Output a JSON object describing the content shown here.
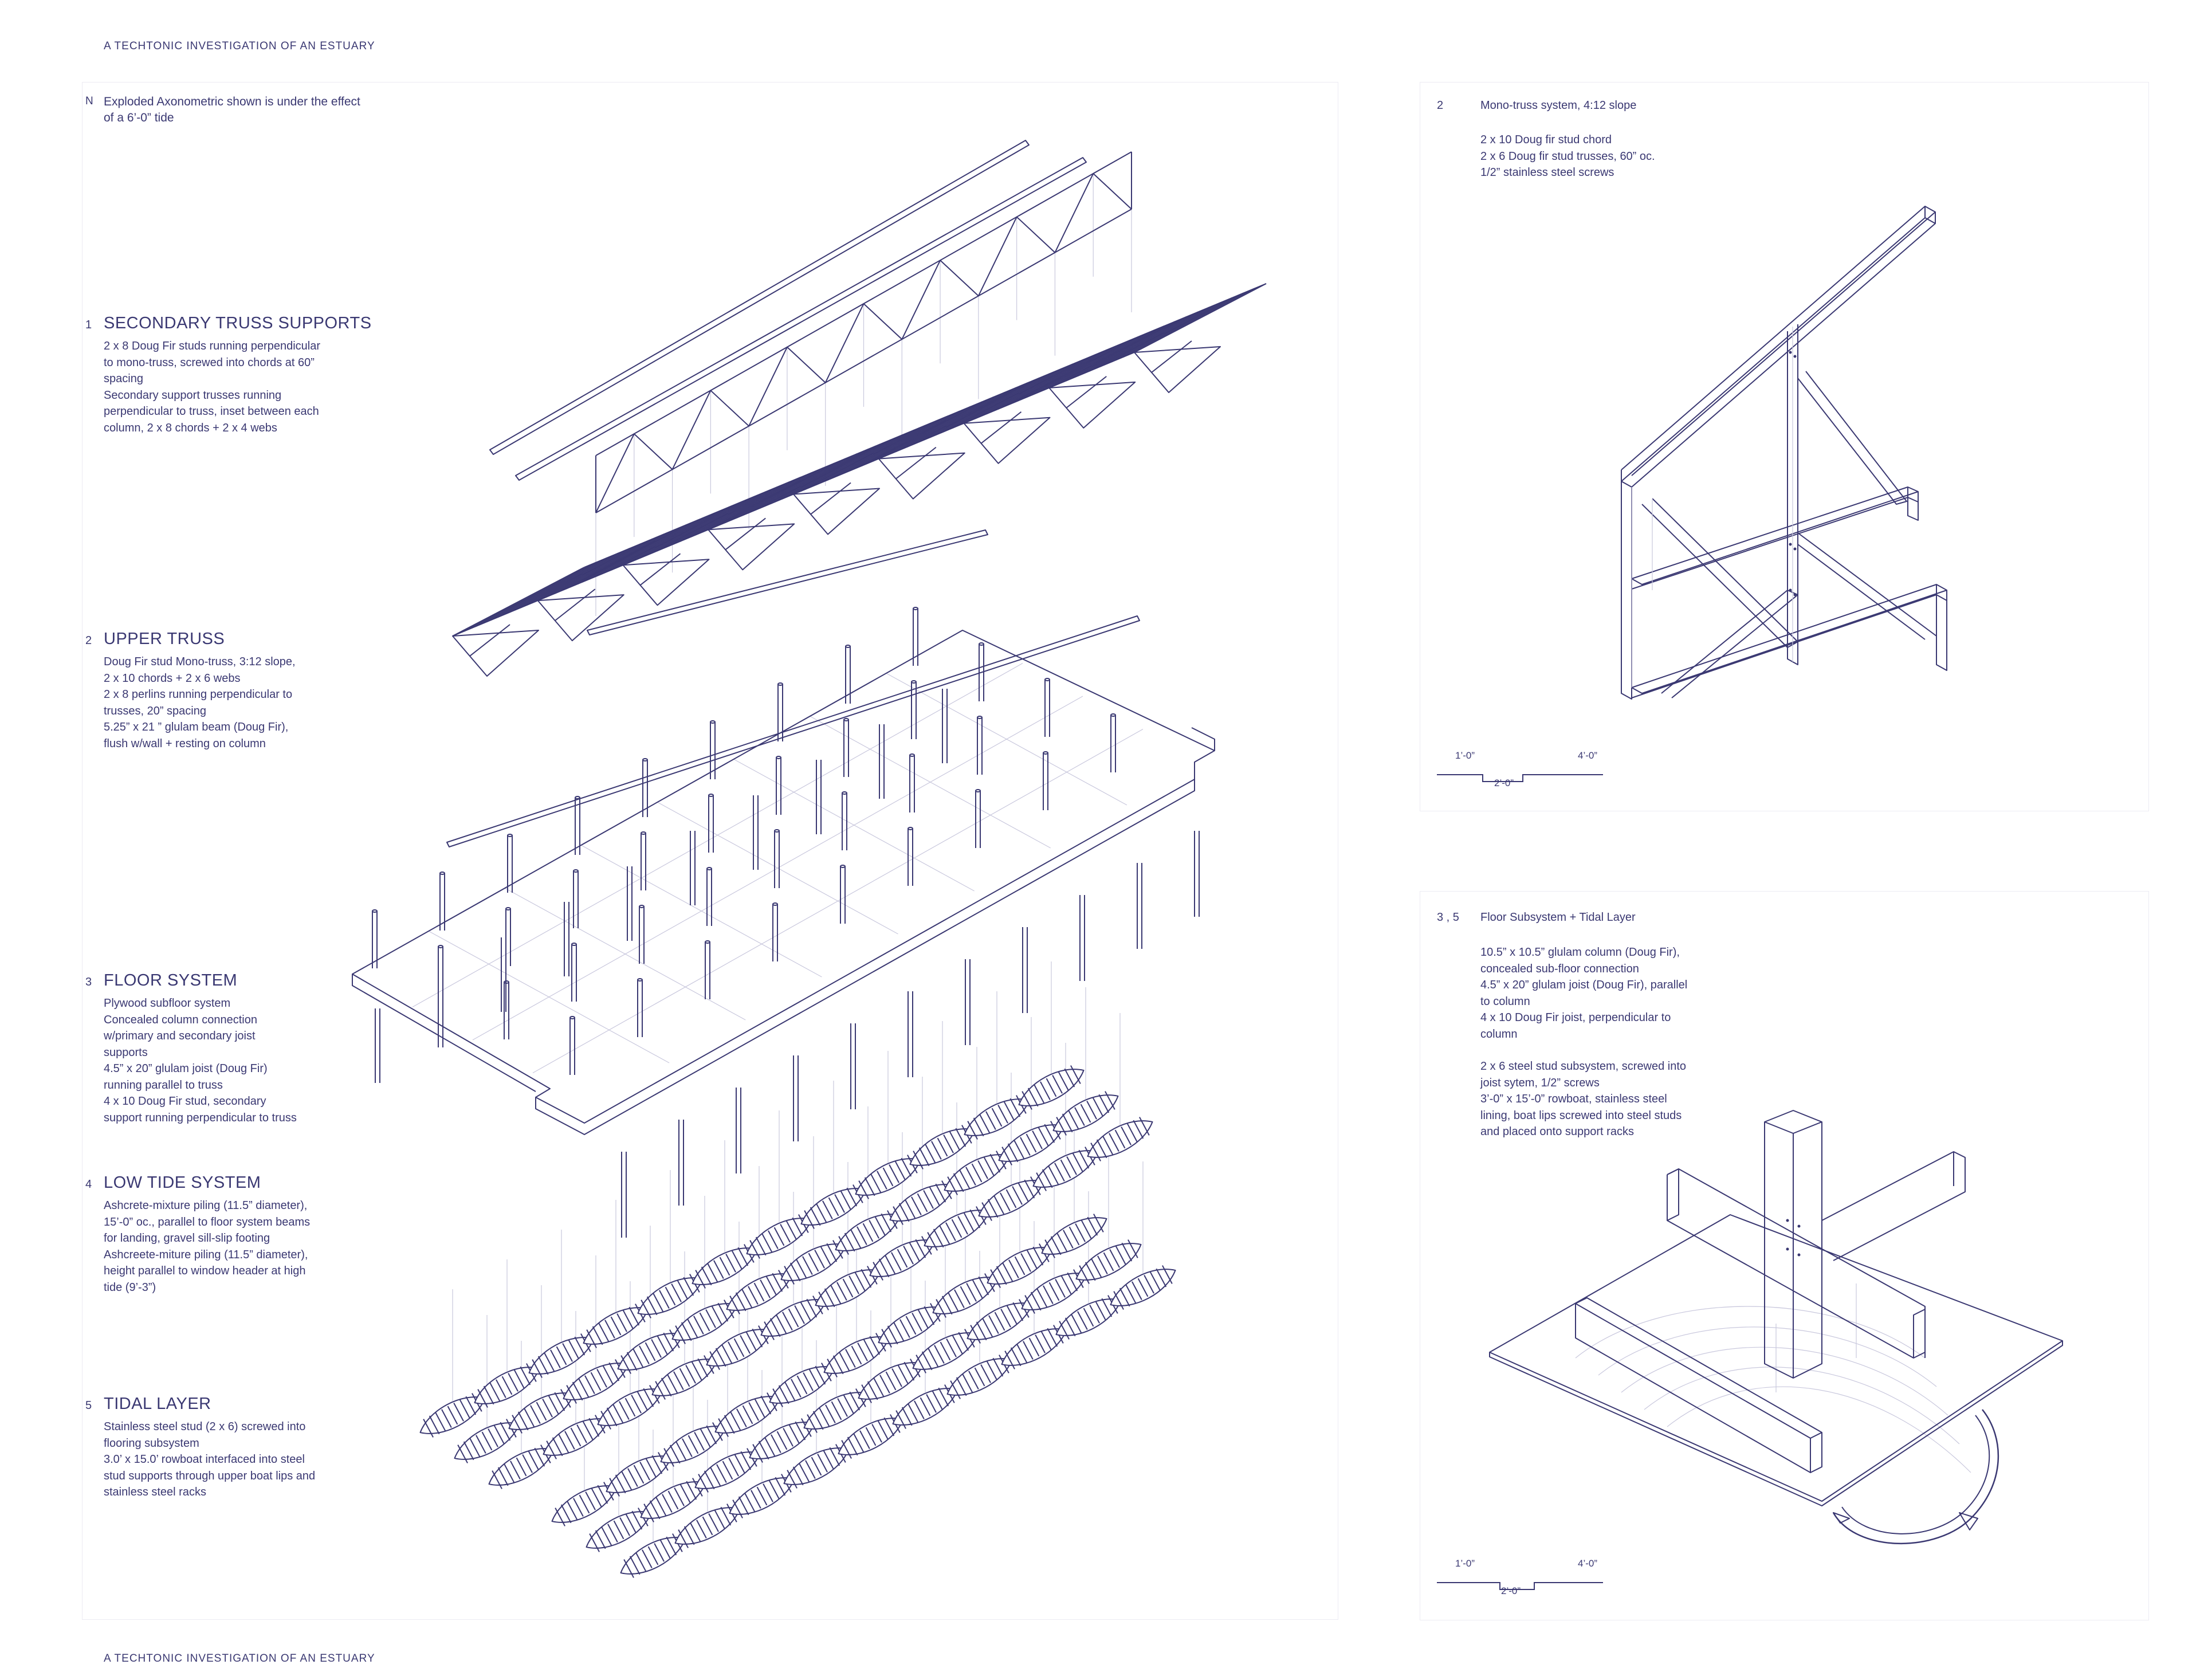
{
  "header": {
    "title": "A TECHTONIC INVESTIGATION OF AN ESTUARY"
  },
  "footer": {
    "title": "A TECHTONIC INVESTIGATION OF AN ESTUARY"
  },
  "main": {
    "north_label": "N",
    "note": "Exploded Axonometric shown is under the effect of a 6’-0” tide",
    "sections": [
      {
        "num": "1",
        "title": "SECONDARY TRUSS SUPPORTS",
        "lines": [
          "2 x 8 Doug Fir studs running perpendicular",
          "to mono-truss, screwed into chords at 60”",
          "spacing",
          "Secondary support trusses running",
          "perpendicular to truss, inset between each",
          "column, 2 x 8 chords + 2 x 4 webs"
        ]
      },
      {
        "num": "2",
        "title": "UPPER TRUSS",
        "lines": [
          "Doug Fir stud Mono-truss, 3:12 slope,",
          "2 x 10 chords + 2 x 6 webs",
          "2 x 8 perlins running perpendicular to",
          "trusses, 20” spacing",
          "5.25” x 21 ” glulam beam (Doug Fir),",
          "flush w/wall + resting on column"
        ]
      },
      {
        "num": "3",
        "title": "FLOOR SYSTEM",
        "lines": [
          "Plywood subfloor system",
          "Concealed column connection",
          "w/primary and secondary joist",
          "supports",
          "4.5” x 20” glulam joist (Doug Fir)",
          "running parallel to truss",
          "4 x 10 Doug Fir stud, secondary",
          "support running perpendicular to truss"
        ]
      },
      {
        "num": "4",
        "title": "LOW TIDE SYSTEM",
        "lines": [
          "Ashcrete-mixture piling (11.5” diameter),",
          "15’-0” oc., parallel to floor system beams",
          "for landing, gravel sill-slip footing",
          "Ashcreete-miture piling (11.5” diameter),",
          "height parallel to window header at high",
          "tide (9’-3”)"
        ]
      },
      {
        "num": "5",
        "title": "TIDAL LAYER",
        "lines": [
          "Stainless steel stud (2 x 6) screwed into",
          "flooring subsystem",
          "3.0’ x 15.0’ rowboat interfaced into steel",
          "stud supports through upper boat lips and",
          "stainless steel racks"
        ]
      }
    ]
  },
  "details": [
    {
      "num": "2",
      "title": "Mono-truss system, 4:12 slope",
      "lines": [
        "2 x 10 Doug fir stud chord",
        "2 x 6 Doug fir stud trusses, 60” oc.",
        "1/2” stainless steel screws"
      ],
      "scale": {
        "left": "1’-0”",
        "mid": "2’-0”",
        "right": "4’-0”"
      }
    },
    {
      "num": "3 , 5",
      "title": "Floor Subsystem + Tidal Layer",
      "lines": [
        "10.5” x 10.5” glulam column (Doug Fir),",
        "concealed sub-floor connection",
        "4.5” x 20” glulam joist (Doug Fir), parallel",
        "to column",
        "4 x 10 Doug Fir joist, perpendicular to",
        "column",
        "",
        "2 x 6 steel stud subsystem, screwed into",
        "joist sytem, 1/2” screws",
        "3’-0” x 15’-0” rowboat, stainless steel",
        "lining, boat lips screwed into steel studs",
        "and placed onto support racks"
      ],
      "scale": {
        "left": "1’-0”",
        "mid": "2’-0”",
        "right": "4’-0”"
      }
    }
  ],
  "colors": {
    "ink": "#3a3872",
    "panel_border": "#ecebf3",
    "background": "#ffffff"
  }
}
